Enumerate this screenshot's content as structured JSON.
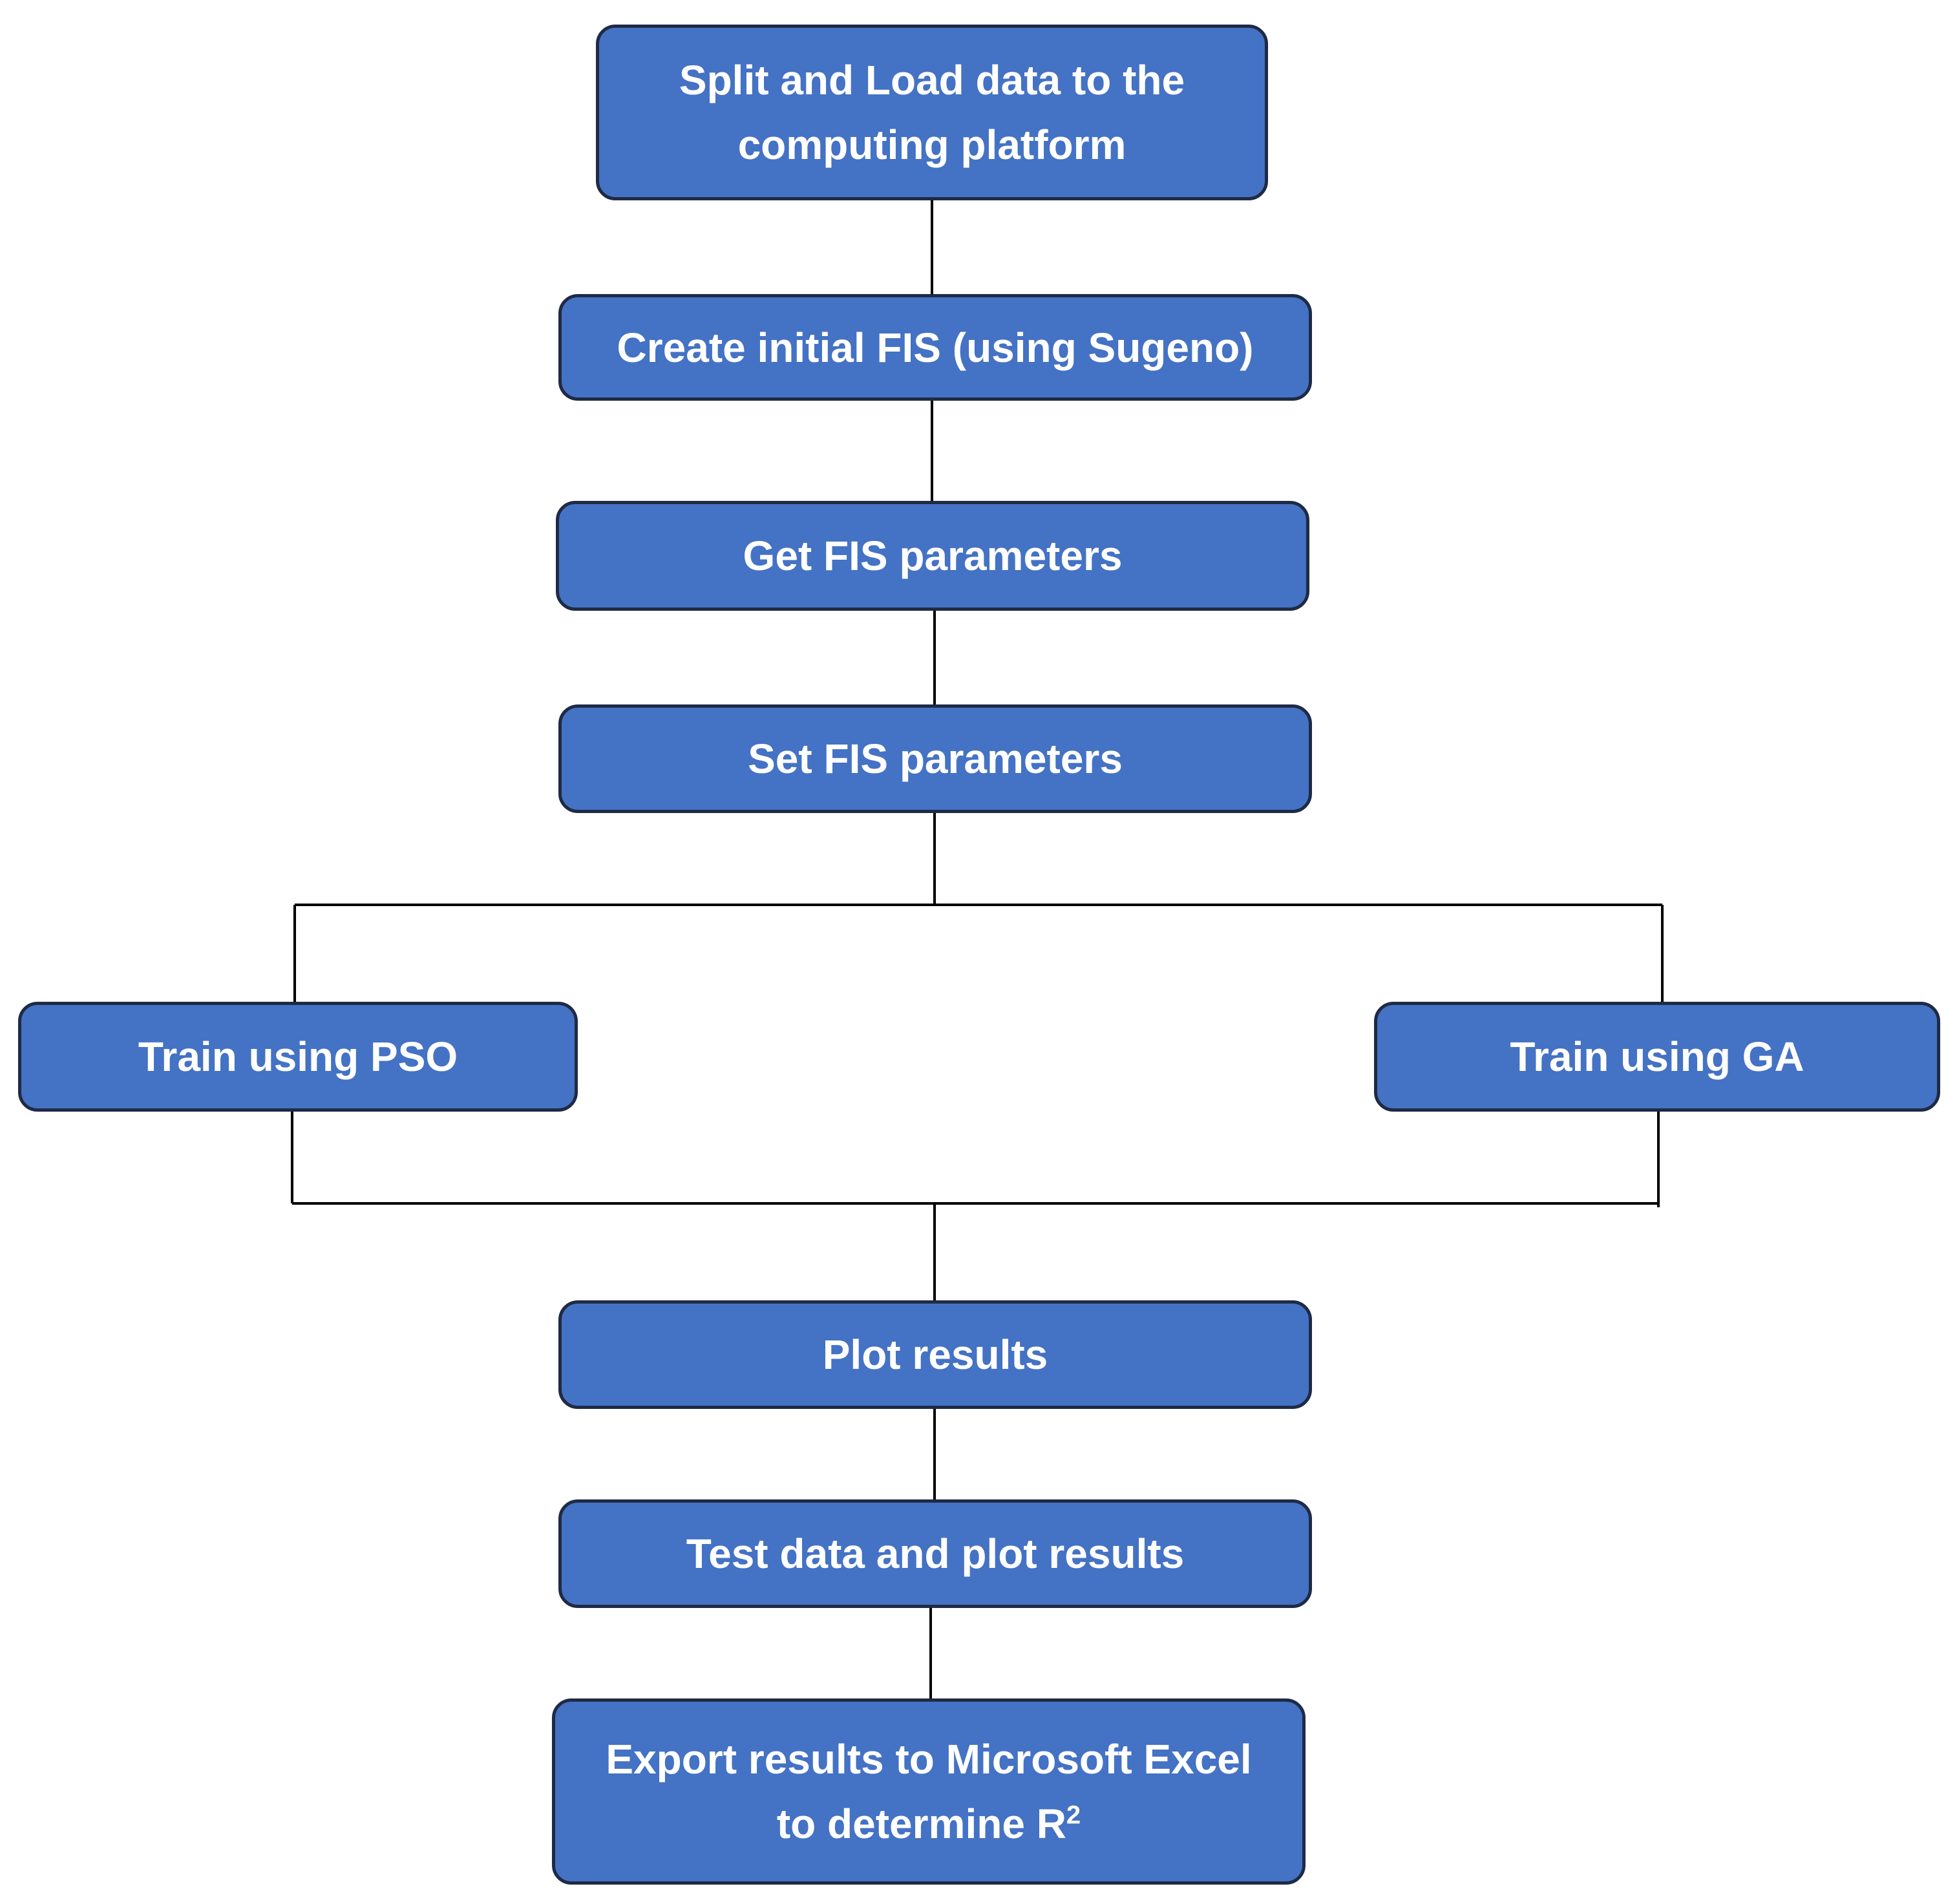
{
  "colors": {
    "node_fill": "#4472c4",
    "node_border": "#1f2a44",
    "node_text": "#ffffff",
    "connector": "#000000",
    "background": "#ffffff"
  },
  "nodes": {
    "split_load": {
      "label": "Split and Load data to the\ncomputing platform"
    },
    "create_fis": {
      "label": "Create initial FIS (using Sugeno)"
    },
    "get_params": {
      "label": "Get FIS parameters"
    },
    "set_params": {
      "label": "Set FIS parameters"
    },
    "train_pso": {
      "label": "Train using PSO"
    },
    "train_ga": {
      "label": "Train using GA"
    },
    "plot_results": {
      "label": "Plot results"
    },
    "test_plot": {
      "label": "Test data and plot results"
    },
    "export_excel": {
      "label": "Export results to Microsoft Excel\nto determine R",
      "superscript": "2"
    }
  }
}
